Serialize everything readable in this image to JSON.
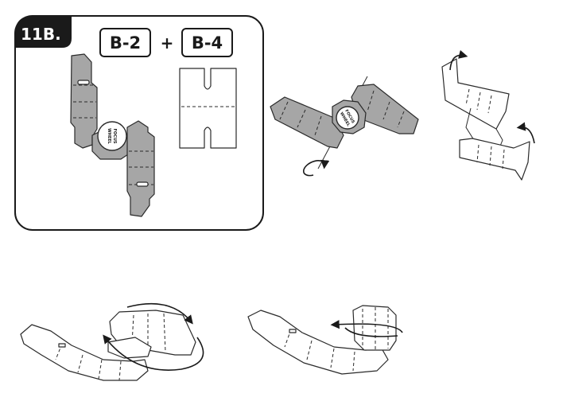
{
  "step": {
    "number_label": "11B.",
    "parts": [
      "B-2",
      "B-4"
    ],
    "plus_sign": "+"
  },
  "wheel_label": {
    "line1": "FOCUS",
    "line2": "WHEEL"
  },
  "colors": {
    "outline": "#1a1a1a",
    "part_grey": "#a6a6a6",
    "background": "#ffffff"
  },
  "icons": [
    "rotate-arrow-icon",
    "curved-arrow-icon"
  ]
}
